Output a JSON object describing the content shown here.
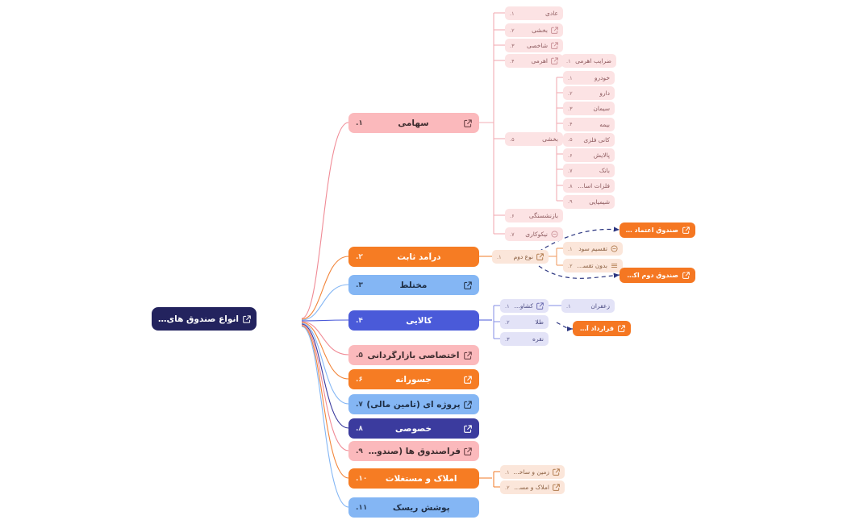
{
  "root": {
    "label": "انواع صندوق های سرمایه گذاری",
    "icon": "external-link-icon",
    "color": "#23235e"
  },
  "colors": {
    "pink": "#fbb9bc",
    "orange": "#f67c23",
    "light_blue": "#84b6f4",
    "blue": "#4a5ad9",
    "indigo": "#3b3b9e",
    "soft_pink": "#fce3e4",
    "soft_peach": "#fbe6da",
    "lavender": "#e3e3f7",
    "highlight_orange": "#f57722",
    "root_navy": "#23235e"
  },
  "branches": [
    {
      "num": "۱.",
      "label": "سهامی",
      "style": "c-pink",
      "icon": "external-link-icon"
    },
    {
      "num": "۲.",
      "label": "درآمد ثابت",
      "style": "c-orange",
      "icon": "none"
    },
    {
      "num": "۳.",
      "label": "مختلط",
      "style": "c-lblue",
      "icon": "external-link-icon"
    },
    {
      "num": "۴.",
      "label": "کالایی",
      "style": "c-blue",
      "icon": "none"
    },
    {
      "num": "۵.",
      "label": "اختصاصی بازارگردانی",
      "style": "c-pink",
      "icon": "external-link-icon"
    },
    {
      "num": "۶.",
      "label": "جسورانه",
      "style": "c-orange",
      "icon": "external-link-icon"
    },
    {
      "num": "۷.",
      "label": "پروژه ای (تامین مالی)",
      "style": "c-lblue",
      "icon": "external-link-icon"
    },
    {
      "num": "۸.",
      "label": "خصوصی",
      "style": "c-indigo",
      "icon": "external-link-icon"
    },
    {
      "num": "۹.",
      "label": "فراصندوق ها (صندوق در صندوق)",
      "style": "c-pink",
      "icon": "external-link-icon"
    },
    {
      "num": "۱۰.",
      "label": "املاک و مستغلات",
      "style": "c-orange",
      "icon": "none"
    },
    {
      "num": "۱۱.",
      "label": "پوشش ریسک",
      "style": "c-lblue",
      "icon": "none"
    }
  ],
  "sahami_children": [
    {
      "num": "۱.",
      "label": "عادی",
      "icon": "none"
    },
    {
      "num": "۲.",
      "label": "بخشی",
      "icon": "external-link-icon"
    },
    {
      "num": "۳.",
      "label": "شاخصی",
      "icon": "external-link-icon"
    },
    {
      "num": "۴.",
      "label": "اهرمی",
      "icon": "external-link-icon"
    },
    {
      "num": "۵.",
      "label": "بخشی",
      "icon": "none"
    },
    {
      "num": "۶.",
      "label": "بازنشستگی",
      "icon": "none"
    },
    {
      "num": "۷.",
      "label": "نیکوکاری",
      "icon": "minus-circle-icon"
    }
  ],
  "ahromi_children": [
    {
      "num": "۱.",
      "label": "ضرایب اهرمی",
      "icon": "none"
    }
  ],
  "bakhshi_sectors": [
    {
      "num": "۱.",
      "label": "خودرو"
    },
    {
      "num": "۲.",
      "label": "دارو"
    },
    {
      "num": "۳.",
      "label": "سیمان"
    },
    {
      "num": "۴.",
      "label": "بیمه"
    },
    {
      "num": "۵.",
      "label": "کانی فلزی"
    },
    {
      "num": "۶.",
      "label": "پالایش"
    },
    {
      "num": "۷.",
      "label": "بانک"
    },
    {
      "num": "۸.",
      "label": "فلزات اساسی"
    },
    {
      "num": "۹.",
      "label": "شیمیایی"
    }
  ],
  "daramad_children": [
    {
      "num": "۱.",
      "label": "نوع دوم",
      "icon": "external-link-icon"
    }
  ],
  "nodovom_children": [
    {
      "num": "۱.",
      "label": "تقسیم سود",
      "icon": "minus-circle-icon"
    },
    {
      "num": "۲.",
      "label": "بدون تقسیم سود",
      "icon": "list-icon"
    }
  ],
  "fixed_income_examples": [
    {
      "label": "صندوق اعتماد آفرین پارسیان",
      "icon": "external-link-icon"
    },
    {
      "label": "صندوق دوم اکسیر فارابی",
      "icon": "external-link-icon"
    }
  ],
  "kalaei_children": [
    {
      "num": "۱.",
      "label": "کشاورزی",
      "icon": "external-link-icon"
    },
    {
      "num": "۲.",
      "label": "طلا",
      "icon": "none"
    },
    {
      "num": "۳.",
      "label": "نقره",
      "icon": "none"
    }
  ],
  "keshavarzi_children": [
    {
      "num": "۱.",
      "label": "زعفران",
      "icon": "none"
    }
  ],
  "tala_examples": [
    {
      "label": "قرارداد آتی طلا",
      "icon": "external-link-icon"
    }
  ],
  "amlak_children": [
    {
      "num": "۱.",
      "label": "زمین و ساختمان",
      "icon": "external-link-icon"
    },
    {
      "num": "۲.",
      "label": "املاک و مستغلات",
      "icon": "external-link-icon"
    }
  ]
}
